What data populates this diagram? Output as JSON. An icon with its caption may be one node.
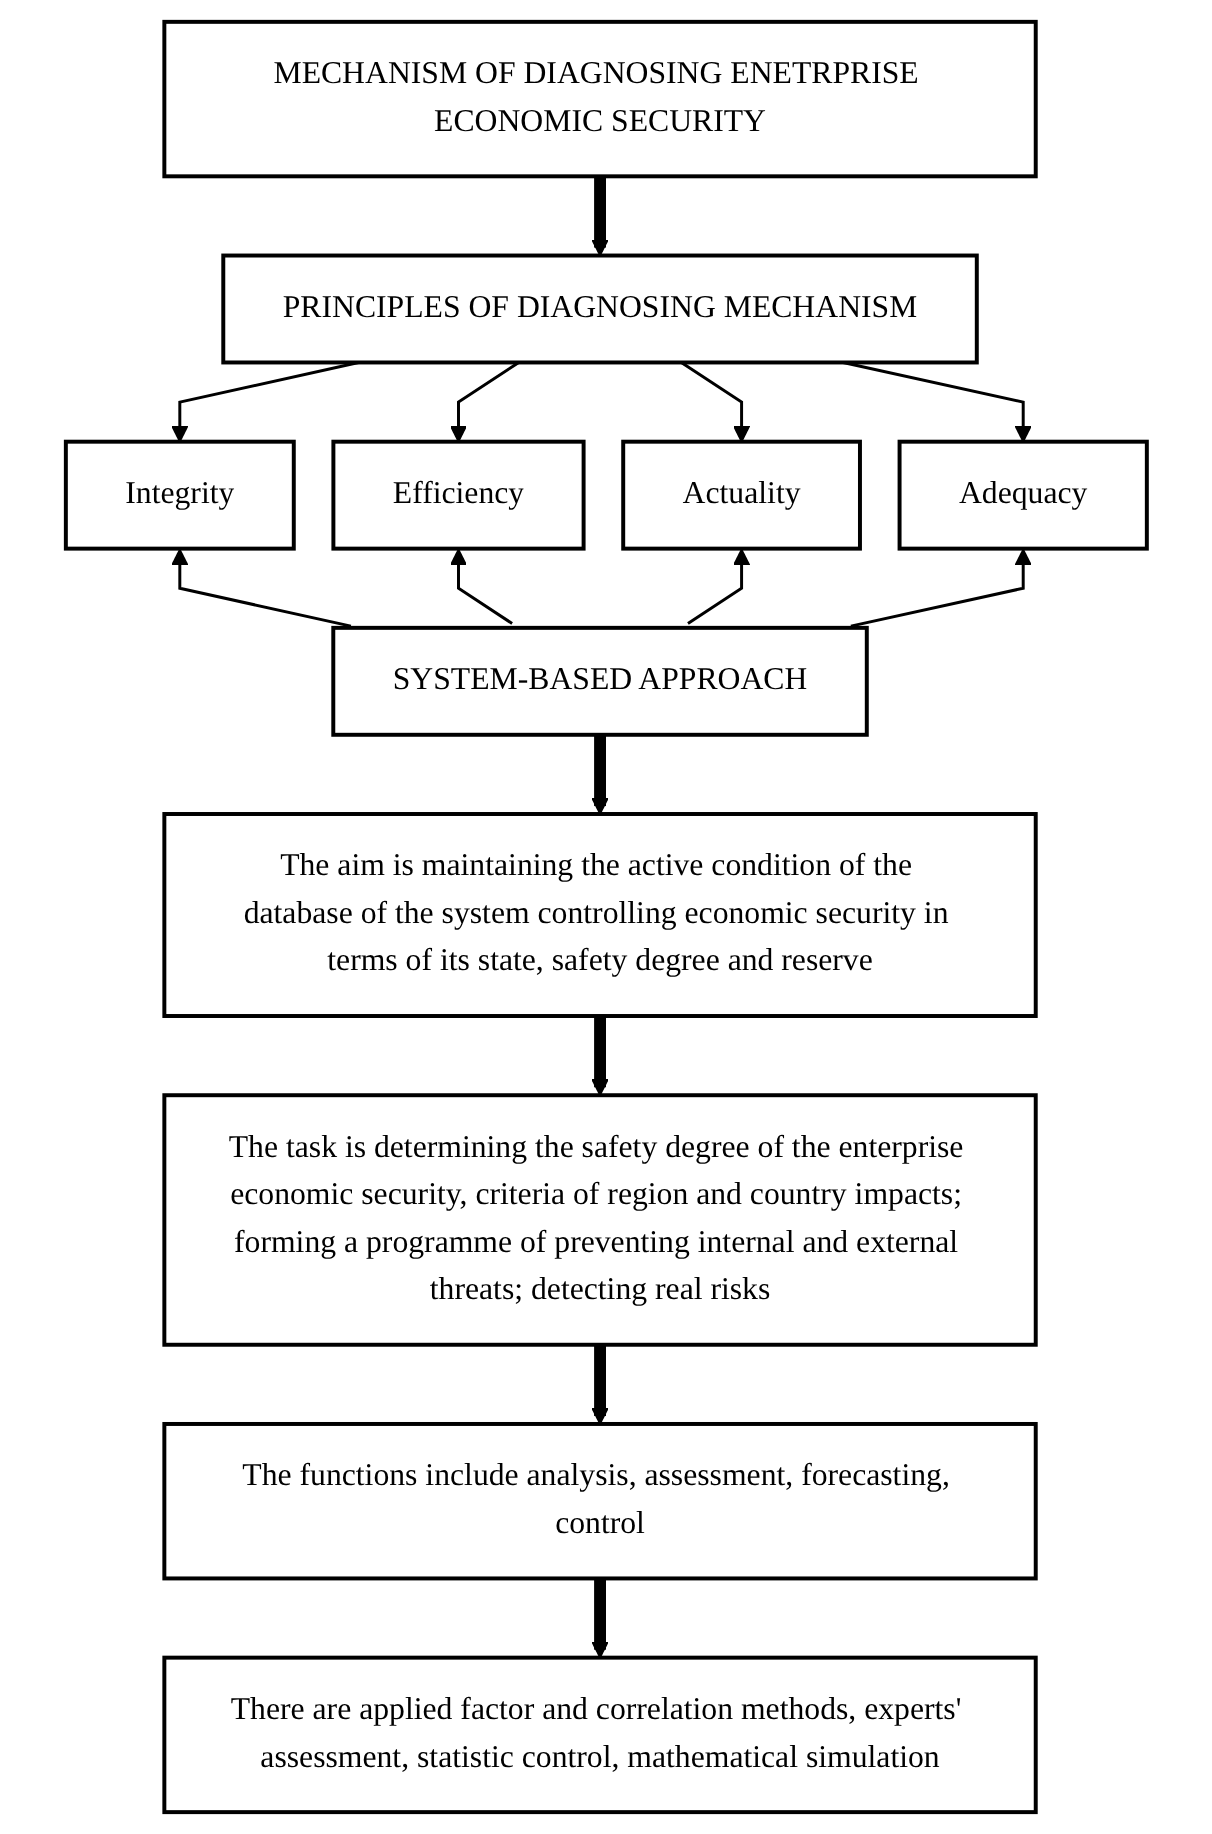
{
  "diagram": {
    "nodes": [
      {
        "text": [
          "MECHANISM OF DIAGNOSING ENETRPRISE ECONOMIC SECURITY"
        ]
      },
      {
        "text": [
          "PRINCIPLES OF DIAGNOSING MECHANISM"
        ]
      },
      {
        "text": [
          "Integrity"
        ]
      },
      {
        "text": [
          "Efficiency"
        ]
      },
      {
        "text": [
          "Actuality"
        ]
      },
      {
        "text": [
          "Adequacy"
        ]
      },
      {
        "text": [
          "SYSTEM-BASED APPROACH"
        ]
      },
      {
        "text": [
          "The aim is maintaining the active condition of the database of the system controlling economic security in terms of its state, safety degree and reserve"
        ]
      },
      {
        "text": [
          "The task is determining the safety degree of the enterprise economic security, criteria of region and country impacts; forming a programme of preventing internal and external threats; detecting real risks"
        ]
      },
      {
        "text": [
          "The functions include analysis, assessment, forecasting, control"
        ]
      },
      {
        "text": [
          "There are applied factor and correlation methods, experts' assessment, statistic control, mathematical simulation"
        ]
      }
    ],
    "edges": [
      {
        "from": 0,
        "to": 1,
        "arrow": "to",
        "style": "thick"
      },
      {
        "from": 1,
        "to": 2,
        "arrow": "to"
      },
      {
        "from": 1,
        "to": 3,
        "arrow": "to"
      },
      {
        "from": 1,
        "to": 4,
        "arrow": "to"
      },
      {
        "from": 1,
        "to": 5,
        "arrow": "to"
      },
      {
        "from": 6,
        "to": 2,
        "arrow": "to"
      },
      {
        "from": 6,
        "to": 3,
        "arrow": "to"
      },
      {
        "from": 6,
        "to": 4,
        "arrow": "to"
      },
      {
        "from": 6,
        "to": 5,
        "arrow": "to"
      },
      {
        "from": 6,
        "to": 7,
        "arrow": "to",
        "style": "thick"
      },
      {
        "from": 7,
        "to": 8,
        "arrow": "to",
        "style": "thick"
      },
      {
        "from": 8,
        "to": 9,
        "arrow": "to",
        "style": "thick"
      },
      {
        "from": 9,
        "to": 10,
        "arrow": "to",
        "style": "thick"
      }
    ]
  }
}
